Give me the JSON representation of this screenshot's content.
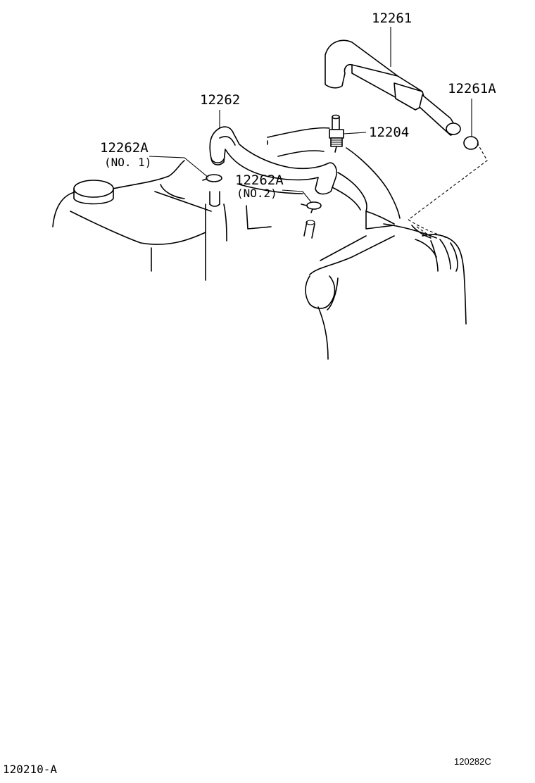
{
  "callouts": {
    "pcv_hose": "12261",
    "pcv_hose_clamp": "12261A",
    "ventilation_hose": "12262",
    "valve": "12204",
    "clamp_no1_part": "12262A",
    "clamp_no1_sub": "(NO. 1)",
    "clamp_no2_part": "12262A",
    "clamp_no2_sub": "(NO.2)"
  },
  "footer": {
    "diagram_code": "120210-A",
    "figure_code": "120282C"
  },
  "colors": {
    "line": "#000000",
    "background": "#ffffff"
  }
}
